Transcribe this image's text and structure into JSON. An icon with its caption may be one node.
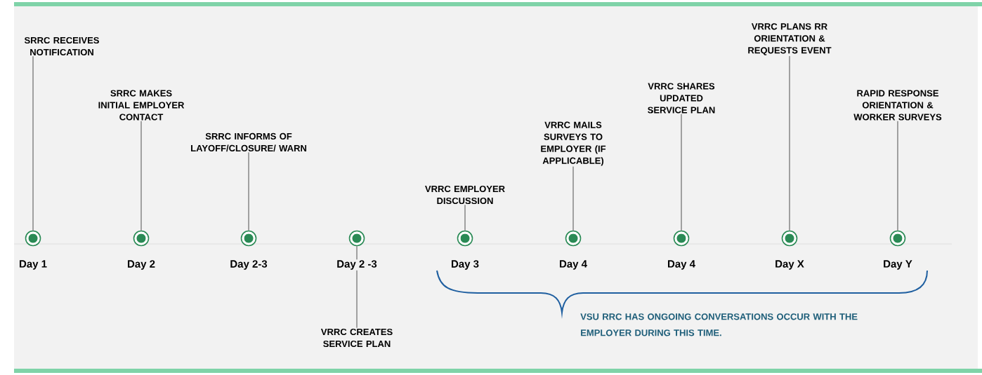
{
  "diagram": {
    "nodes": [
      {
        "text": [
          "SRRC RECEIVES NOTIFICATION"
        ]
      },
      {
        "text": [
          "SRRC MAKES INITIAL EMPLOYER CONTACT"
        ]
      },
      {
        "text": [
          "SRRC INFORMS OF LAYOFF/CLOSURE/ WARN"
        ]
      },
      {
        "text": [
          "VRRC CREATES SERVICE PLAN"
        ]
      },
      {
        "text": [
          "VRRC EMPLOYER DISCUSSION"
        ]
      },
      {
        "text": [
          "VRRC MAILS SURVEYS TO EMPLOYER (IF APPLICABLE)"
        ]
      },
      {
        "text": [
          "VRRC SHARES UPDATED SERVICE PLAN"
        ]
      },
      {
        "text": [
          "VRRC PLANS RR ORIENTATION & REQUESTS EVENT"
        ]
      },
      {
        "text": [
          "RAPID RESPONSE ORIENTATION & WORKER SURVEYS"
        ]
      },
      {
        "text": [],
        "shape": "circle",
        "beside": [
          "Day 1"
        ]
      },
      {
        "text": [],
        "shape": "circle",
        "beside": [
          "Day 2"
        ]
      },
      {
        "text": [],
        "shape": "circle",
        "beside": [
          "Day 2-3"
        ]
      },
      {
        "text": [],
        "shape": "circle",
        "beside": [
          "Day 2 -3"
        ]
      },
      {
        "text": [],
        "shape": "circle",
        "beside": [
          "Day 3"
        ]
      },
      {
        "text": [],
        "shape": "circle",
        "beside": [
          "Day 4"
        ]
      },
      {
        "text": [],
        "shape": "circle",
        "beside": [
          "Day 4"
        ]
      },
      {
        "text": [],
        "shape": "circle",
        "beside": [
          "Day X"
        ]
      },
      {
        "text": [],
        "shape": "circle",
        "beside": [
          "Day Y"
        ]
      }
    ],
    "edges": [
      {
        "from": 0,
        "to": 9,
        "arrow": "none"
      },
      {
        "from": 1,
        "to": 10,
        "arrow": "none"
      },
      {
        "from": 2,
        "to": 11,
        "arrow": "none"
      },
      {
        "from": 3,
        "to": 12,
        "arrow": "none"
      },
      {
        "from": 4,
        "to": 13,
        "arrow": "none"
      },
      {
        "from": 5,
        "to": 14,
        "arrow": "none"
      },
      {
        "from": 6,
        "to": 15,
        "arrow": "none"
      },
      {
        "from": 7,
        "to": 16,
        "arrow": "none"
      },
      {
        "from": 8,
        "to": 17,
        "arrow": "none"
      }
    ],
    "labels": [
      "VSU RRC HAS ONGOING CONVERSATIONS OCCUR WITH THE EMPLOYER DURING THIS TIME."
    ]
  }
}
